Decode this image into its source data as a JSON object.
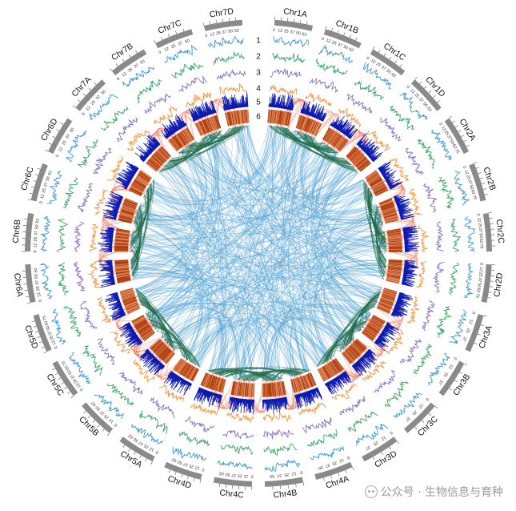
{
  "chromosomes": [
    {
      "name": "Chr1A",
      "ticks": [
        "0",
        "12",
        "25",
        "37",
        "50",
        "62"
      ]
    },
    {
      "name": "Chr1B",
      "ticks": [
        "0",
        "12",
        "25",
        "37",
        "50",
        "62"
      ]
    },
    {
      "name": "Chr1C",
      "ticks": [
        "0",
        "12",
        "25",
        "37",
        "50",
        "62"
      ]
    },
    {
      "name": "Chr1D",
      "ticks": [
        "0",
        "12",
        "25",
        "37",
        "50",
        "62"
      ]
    },
    {
      "name": "Chr2A",
      "ticks": [
        "0",
        "12",
        "25",
        "37",
        "50",
        "62",
        "75"
      ]
    },
    {
      "name": "Chr2B",
      "ticks": [
        "0",
        "12",
        "25",
        "37",
        "50",
        "62",
        "75"
      ]
    },
    {
      "name": "Chr2C",
      "ticks": [
        "0",
        "12",
        "25",
        "37",
        "50",
        "62",
        "75"
      ]
    },
    {
      "name": "Chr2D",
      "ticks": [
        "0",
        "12",
        "25",
        "37",
        "50",
        "62",
        "75"
      ]
    },
    {
      "name": "Chr3A",
      "ticks": [
        "0",
        "12",
        "25",
        "37"
      ]
    },
    {
      "name": "Chr3B",
      "ticks": [
        "0",
        "12",
        "25",
        "37"
      ]
    },
    {
      "name": "Chr3C",
      "ticks": [
        "0",
        "12",
        "25",
        "37"
      ]
    },
    {
      "name": "Chr3D",
      "ticks": [
        "0",
        "12",
        "25",
        "37"
      ]
    },
    {
      "name": "Chr4A",
      "ticks": [
        "0",
        "12",
        "25",
        "37",
        "50"
      ]
    },
    {
      "name": "Chr4B",
      "ticks": [
        "0",
        "12",
        "25",
        "37",
        "50"
      ]
    },
    {
      "name": "Chr4C",
      "ticks": [
        "0",
        "12",
        "25",
        "37",
        "50",
        "62"
      ]
    },
    {
      "name": "Chr4D",
      "ticks": [
        "0",
        "12",
        "25",
        "37",
        "50",
        "62"
      ]
    },
    {
      "name": "Chr5A",
      "ticks": [
        "0",
        "12",
        "25",
        "37",
        "50",
        "62"
      ]
    },
    {
      "name": "Chr5B",
      "ticks": [
        "0",
        "12",
        "25",
        "37",
        "50",
        "62"
      ]
    },
    {
      "name": "Chr5C",
      "ticks": [
        "0",
        "12",
        "25",
        "37",
        "50",
        "62",
        "75"
      ]
    },
    {
      "name": "Chr5D",
      "ticks": [
        "0",
        "12",
        "25",
        "37",
        "50",
        "62",
        "75"
      ]
    },
    {
      "name": "Chr6A",
      "ticks": [
        "0",
        "12",
        "25",
        "37",
        "50",
        "62"
      ]
    },
    {
      "name": "Chr6B",
      "ticks": [
        "0",
        "12",
        "25",
        "37",
        "50",
        "62"
      ]
    },
    {
      "name": "Chr6C",
      "ticks": [
        "0",
        "12",
        "25",
        "37",
        "50",
        "62"
      ]
    },
    {
      "name": "Chr6D",
      "ticks": [
        "0",
        "12",
        "25",
        "37",
        "50"
      ]
    },
    {
      "name": "Chr7A",
      "ticks": [
        "0",
        "12",
        "25",
        "37",
        "50"
      ]
    },
    {
      "name": "Chr7B",
      "ticks": [
        "0",
        "12",
        "25",
        "37",
        "50"
      ]
    },
    {
      "name": "Chr7C",
      "ticks": [
        "0",
        "12",
        "25",
        "37",
        "50"
      ]
    },
    {
      "name": "Chr7D",
      "ticks": [
        "0",
        "12",
        "25",
        "37",
        "50",
        "62"
      ]
    }
  ],
  "tracks": [
    {
      "label": "1",
      "color": "#3f97cf"
    },
    {
      "label": "2",
      "color": "#3aa567"
    },
    {
      "label": "3",
      "color": "#8a76bd"
    },
    {
      "label": "4",
      "color": "#f29a45"
    },
    {
      "label": "5",
      "color": "#0c1ab0"
    },
    {
      "label": "6",
      "color": "#c8521c"
    }
  ],
  "link_colors": {
    "inter_group": "#4d9fd3",
    "within_group": "#1f6b4a",
    "adjacent": "#ef6a4c"
  },
  "ideogram_color": "#8a8a8a",
  "watermark": {
    "icon": "wechat-icon",
    "text": "公众号 · 生物信息与育种"
  }
}
